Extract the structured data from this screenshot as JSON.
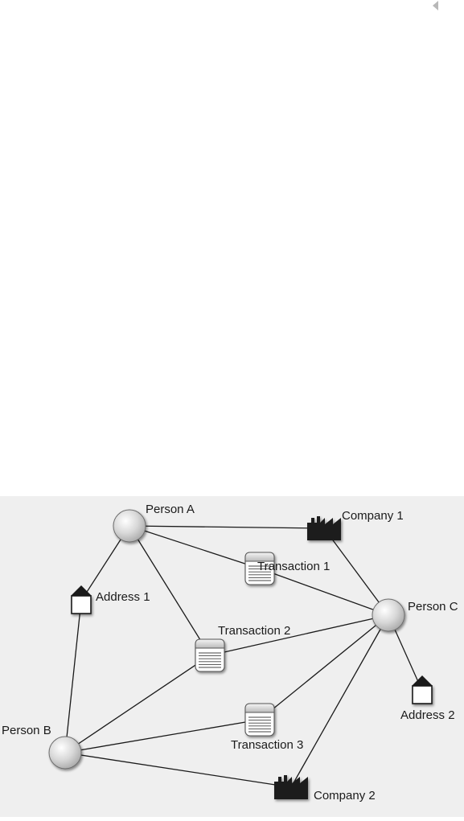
{
  "nodes": {
    "person_a": {
      "label": "Person A",
      "type": "person"
    },
    "person_b": {
      "label": "Person B",
      "type": "person"
    },
    "person_c": {
      "label": "Person C",
      "type": "person"
    },
    "company_1": {
      "label": "Company 1",
      "type": "company"
    },
    "company_2": {
      "label": "Company 2",
      "type": "company"
    },
    "transaction_1": {
      "label": "Transaction 1",
      "type": "transaction"
    },
    "transaction_2": {
      "label": "Transaction 2",
      "type": "transaction"
    },
    "transaction_3": {
      "label": "Transaction 3",
      "type": "transaction"
    },
    "address_1": {
      "label": "Address 1",
      "type": "address"
    },
    "address_2": {
      "label": "Address 2",
      "type": "address"
    }
  },
  "edges": [
    [
      "person_a",
      "company_1"
    ],
    [
      "person_a",
      "transaction_1"
    ],
    [
      "person_a",
      "transaction_2"
    ],
    [
      "person_a",
      "address_1"
    ],
    [
      "address_1",
      "person_b"
    ],
    [
      "transaction_1",
      "person_c"
    ],
    [
      "company_1",
      "person_c"
    ],
    [
      "transaction_2",
      "person_c"
    ],
    [
      "transaction_2",
      "person_b"
    ],
    [
      "transaction_3",
      "person_c"
    ],
    [
      "transaction_3",
      "person_b"
    ],
    [
      "person_b",
      "company_2"
    ],
    [
      "company_2",
      "person_c"
    ],
    [
      "person_c",
      "address_2"
    ]
  ],
  "icons": {
    "person": "person-circle-icon",
    "company": "factory-icon",
    "transaction": "transaction-record-icon",
    "address": "house-icon"
  },
  "colors": {
    "panel_background": "#efefef",
    "edge": "#1a1a1a",
    "icon_dark": "#1a1a1a"
  }
}
